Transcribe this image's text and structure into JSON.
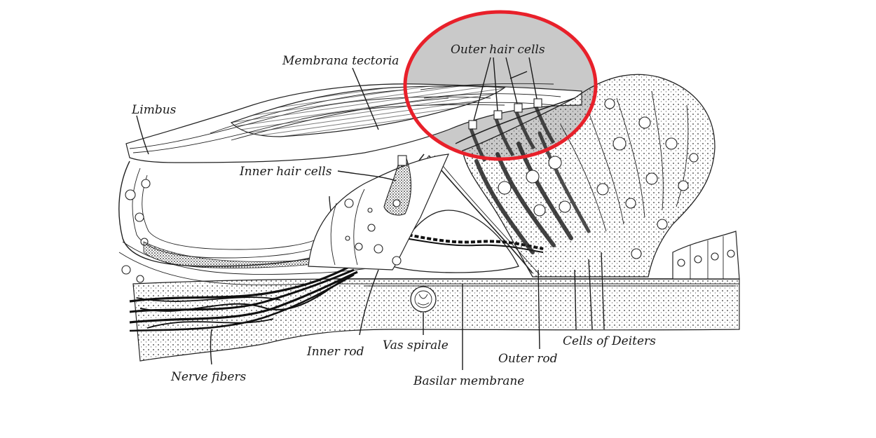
{
  "labels": {
    "membrana_tectoria": "Membrana tectoria",
    "limbus": "Limbus",
    "outer_hair_cells": "Outer hair cells",
    "inner_hair_cells": "Inner hair cells",
    "nerve_fibers": "Nerve fibers",
    "inner_rod": "Inner rod",
    "vas_spirale": "Vas spirale",
    "basilar_membrane": "Basilar membrane",
    "outer_rod": "Outer rod",
    "cells_of_deiters": "Cells of Deiters"
  },
  "highlight": {
    "target": "Outer hair cells",
    "ring_color": "#e8202a",
    "fill_color": "#c9c9c9"
  }
}
